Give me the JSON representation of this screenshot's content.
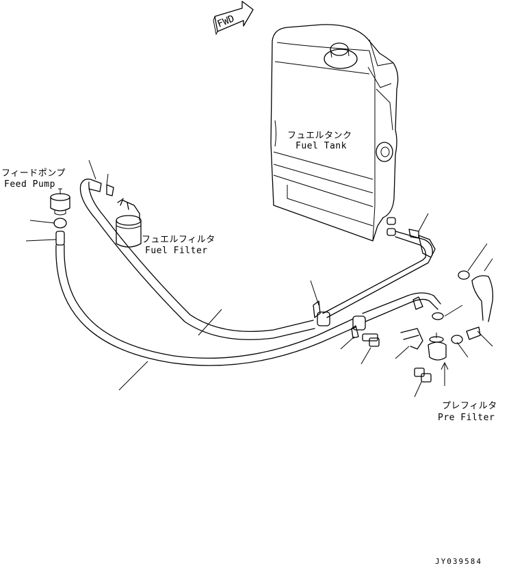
{
  "fwd_marker": "FWD",
  "labels": {
    "fuel_tank_jp": "フュエルタンク",
    "fuel_tank_en": "Fuel Tank",
    "feed_pump_jp": "フィードポンプ",
    "feed_pump_en": "Feed Pump",
    "fuel_filter_jp": "フュエルフィルタ",
    "fuel_filter_en": "Fuel Filter",
    "pre_filter_jp": "プレフィルタ",
    "pre_filter_en": "Pre Filter"
  },
  "drawing_code": "JY039584"
}
